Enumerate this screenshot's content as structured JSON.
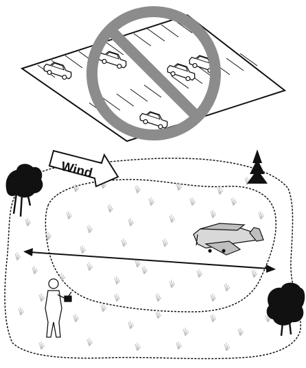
{
  "diagram": {
    "wind_label": "Wind",
    "colors": {
      "ink": "#111111",
      "prohibition": "#8c8c8c",
      "parking_lot": "#ffffff",
      "grass": "#bdbdbd",
      "background": "#ffffff"
    },
    "elements": [
      "parking-lot",
      "prohibition-sign",
      "wind-arrow",
      "flying-field-boundary",
      "flight-pattern",
      "flight-line-arrow",
      "rc-airplane",
      "pilot-with-transmitter",
      "trees"
    ]
  }
}
